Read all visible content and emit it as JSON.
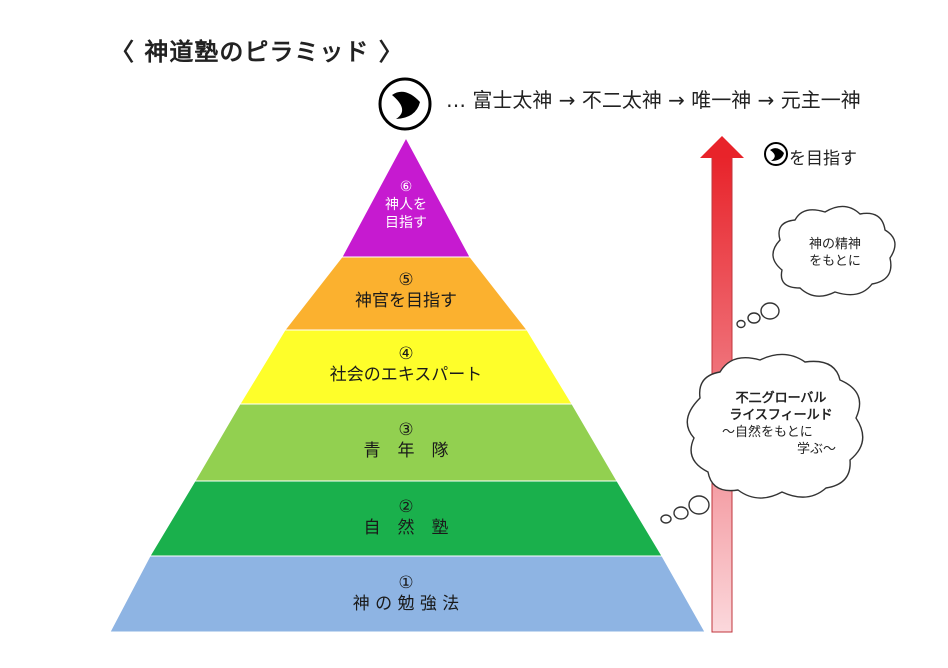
{
  "title": "〈 神道塾のピラミッド 〉",
  "lineage": "… 富士太神 → 不二太神 → 唯一神 → 元主一神",
  "goal_label": "を目指す",
  "tiers": [
    {
      "num": "⑥",
      "lines": [
        "神人を",
        "目指す"
      ],
      "color": "#c61ad0"
    },
    {
      "num": "⑤",
      "lines": [
        "神官を目指す"
      ],
      "color": "#fbb12f"
    },
    {
      "num": "④",
      "lines": [
        "社会のエキスパート"
      ],
      "color": "#fefe2a"
    },
    {
      "num": "③",
      "lines": [
        "青　年　隊"
      ],
      "color": "#92d050"
    },
    {
      "num": "②",
      "lines": [
        "自　然　塾"
      ],
      "color": "#1ab04c"
    },
    {
      "num": "①",
      "lines": [
        "神 の 勉 強 法"
      ],
      "color": "#8eb4e3"
    }
  ],
  "cloud1": {
    "line1": "神の精神",
    "line2": "をもとに"
  },
  "cloud2": {
    "line1": "不二グローバル",
    "line2": "ライスフィールド",
    "line3": "～自然をもとに",
    "line4": "学ぶ～"
  },
  "colors": {
    "arrow_top": "#e8232a",
    "arrow_bottom": "#f9d2d6"
  },
  "icons": [
    "crescent-icon",
    "up-arrow-icon",
    "thought-cloud"
  ]
}
